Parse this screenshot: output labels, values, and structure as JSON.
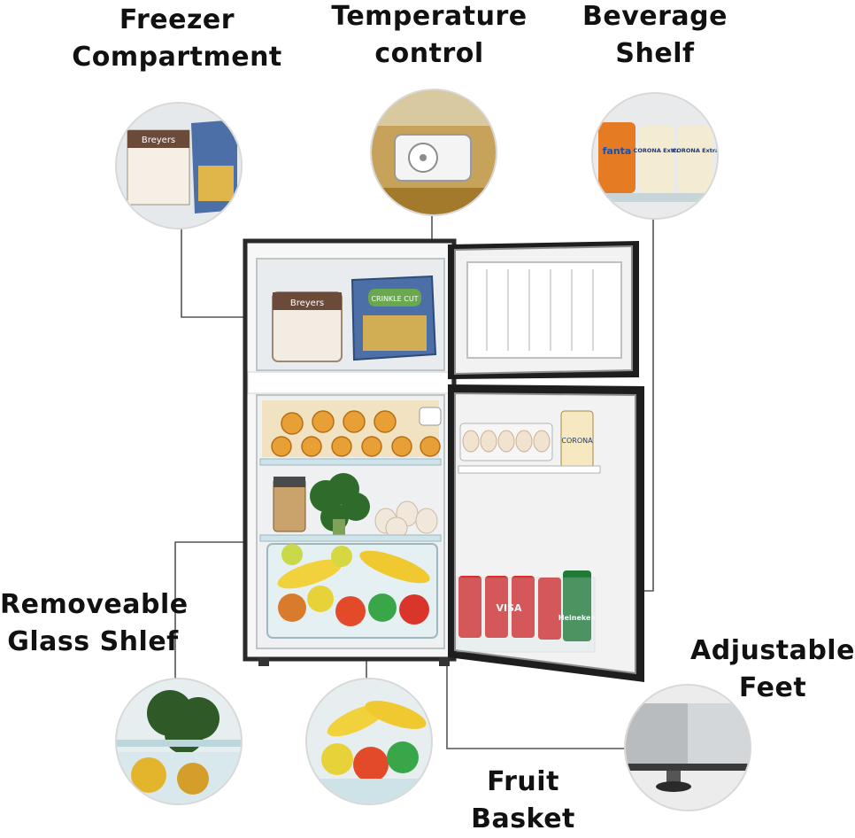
{
  "callouts": {
    "freezer": [
      "Freezer",
      "Compartment"
    ],
    "temperature": [
      "Temperature",
      "control"
    ],
    "beverage": [
      "Beverage",
      "Shelf"
    ],
    "glass_shelf": [
      "Removeable",
      "Glass Shlef"
    ],
    "feet": [
      "Adjustable",
      "Feet"
    ],
    "fruit_basket": [
      "Fruit Basket"
    ]
  },
  "product_text": {
    "freezer_ice_cream": "Breyers",
    "freezer_fries_bag": "CRINKLE CUT",
    "beverage_can_1": "fanta",
    "beverage_can_2": "CORONA Extra",
    "beverage_can_3": "CORONA Extra",
    "door_cans": "VISA",
    "door_green_can": "Heineken",
    "door_bottle": "CORONA"
  },
  "colors": {
    "fridge_frame": "#2a2a2a",
    "fridge_interior": "#eef0f1",
    "leader_line": "#555555"
  }
}
